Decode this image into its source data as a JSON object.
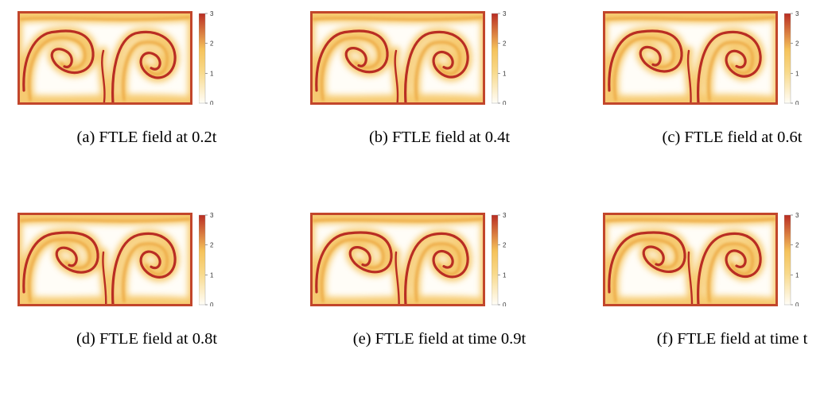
{
  "figure": {
    "panels": [
      {
        "caption": "(a) FTLE field at 0.2t",
        "phase": 0.2
      },
      {
        "caption": "(b) FTLE field at 0.4t",
        "phase": 0.4
      },
      {
        "caption": "(c) FTLE field at 0.6t",
        "phase": 0.6
      },
      {
        "caption": "(d) FTLE field at 0.8t",
        "phase": 0.8
      },
      {
        "caption": "(e) FTLE field at time 0.9t",
        "phase": 0.9
      },
      {
        "caption": "(f) FTLE field at time t",
        "phase": 1.0
      }
    ],
    "colorbar": {
      "ticks": [
        "0",
        "1",
        "2",
        "3"
      ],
      "min": 0,
      "max": 3
    },
    "colors": {
      "low": "#fffdf7",
      "mid": "#f5c25a",
      "high": "#b92d23",
      "frame": "#c2462b"
    }
  }
}
